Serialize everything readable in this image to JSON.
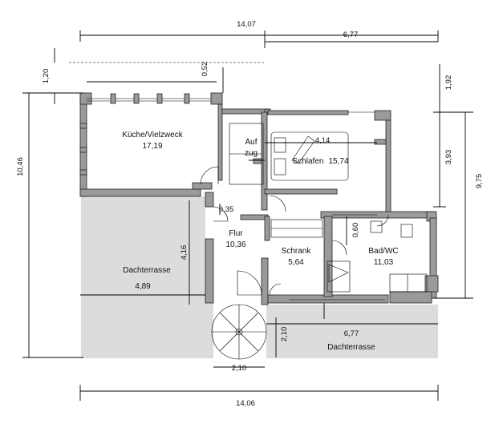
{
  "plan": {
    "rooms": [
      {
        "name": "Küche/Vielzweck",
        "area": "17,19"
      },
      {
        "name": "Auf",
        "area": "zug"
      },
      {
        "name": "Schlafen",
        "area": "15,74"
      },
      {
        "name": "Flur",
        "area": "10,36"
      },
      {
        "name": "Schrank",
        "area": "5,64"
      },
      {
        "name": "Bad/WC",
        "area": "11,03"
      },
      {
        "name": "Dachterrasse",
        "area": "4,89"
      },
      {
        "name": "Dachterrasse",
        "area": ""
      }
    ],
    "dimensions": {
      "top_total": "14,07",
      "top_right": "6,77",
      "left_top": "1,20",
      "left_total": "10,46",
      "kitchen_offset": "0,52",
      "right_top": "1,92",
      "right_mid": "3,93",
      "right_total": "9,75",
      "schlafen_width": "4,14",
      "flur_small": "0,35",
      "flur_depth": "4,16",
      "bad_offset": "0,60",
      "terrace_right_width": "6,77",
      "terrace_right_depth": "2,10",
      "stair_width": "2,10",
      "bottom_total": "14,06"
    }
  }
}
